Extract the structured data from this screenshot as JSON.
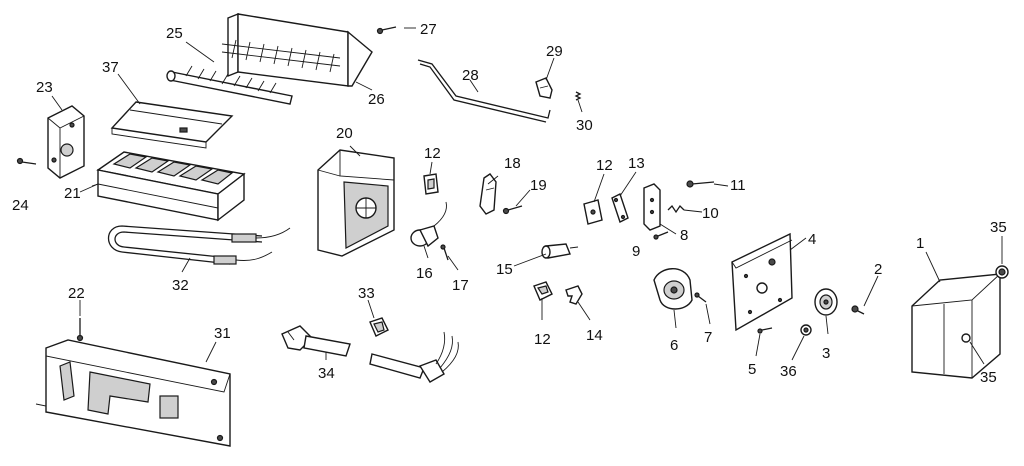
{
  "diagram": {
    "callouts": [
      {
        "id": "p1",
        "label": "1"
      },
      {
        "id": "p2",
        "label": "2"
      },
      {
        "id": "p3",
        "label": "3"
      },
      {
        "id": "p4",
        "label": "4"
      },
      {
        "id": "p5",
        "label": "5"
      },
      {
        "id": "p6",
        "label": "6"
      },
      {
        "id": "p7",
        "label": "7"
      },
      {
        "id": "p8",
        "label": "8"
      },
      {
        "id": "p9",
        "label": "9"
      },
      {
        "id": "p10",
        "label": "10"
      },
      {
        "id": "p11",
        "label": "11"
      },
      {
        "id": "p12a",
        "label": "12"
      },
      {
        "id": "p12b",
        "label": "12"
      },
      {
        "id": "p12c",
        "label": "12"
      },
      {
        "id": "p13",
        "label": "13"
      },
      {
        "id": "p14",
        "label": "14"
      },
      {
        "id": "p15",
        "label": "15"
      },
      {
        "id": "p16",
        "label": "16"
      },
      {
        "id": "p17",
        "label": "17"
      },
      {
        "id": "p18",
        "label": "18"
      },
      {
        "id": "p19",
        "label": "19"
      },
      {
        "id": "p20",
        "label": "20"
      },
      {
        "id": "p21",
        "label": "21"
      },
      {
        "id": "p22",
        "label": "22"
      },
      {
        "id": "p23",
        "label": "23"
      },
      {
        "id": "p24",
        "label": "24"
      },
      {
        "id": "p25",
        "label": "25"
      },
      {
        "id": "p26",
        "label": "26"
      },
      {
        "id": "p27",
        "label": "27"
      },
      {
        "id": "p28",
        "label": "28"
      },
      {
        "id": "p29",
        "label": "29"
      },
      {
        "id": "p30",
        "label": "30"
      },
      {
        "id": "p31",
        "label": "31"
      },
      {
        "id": "p32",
        "label": "32"
      },
      {
        "id": "p33",
        "label": "33"
      },
      {
        "id": "p34",
        "label": "34"
      },
      {
        "id": "p35a",
        "label": "35"
      },
      {
        "id": "p35b",
        "label": "35"
      },
      {
        "id": "p36",
        "label": "36"
      },
      {
        "id": "p37",
        "label": "37"
      }
    ]
  }
}
